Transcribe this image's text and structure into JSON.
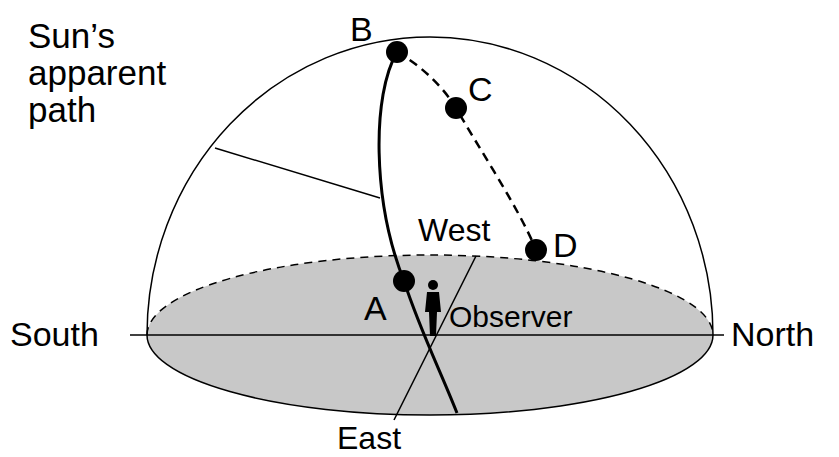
{
  "diagram": {
    "labels": [
      "Sun’s apparent path",
      "B",
      "C",
      "D",
      "A",
      "West",
      "Observer",
      "South",
      "North",
      "East"
    ]
  }
}
